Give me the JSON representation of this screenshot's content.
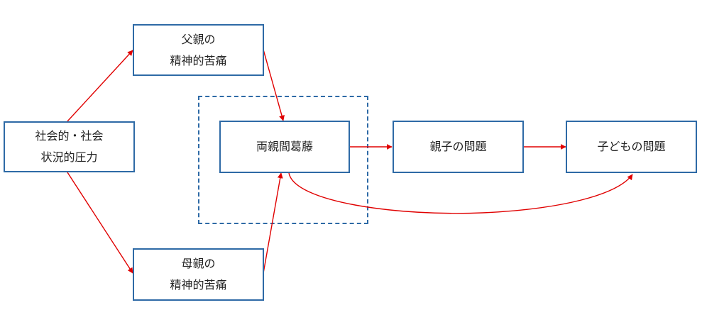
{
  "nodes": {
    "social_pressure": {
      "line1": "社会的・社会",
      "line2": "状況的圧力"
    },
    "father_distress": {
      "line1": "父親の",
      "line2": "精神的苦痛"
    },
    "mother_distress": {
      "line1": "母親の",
      "line2": "精神的苦痛"
    },
    "marital_conflict": {
      "line1": "両親間葛藤"
    },
    "parent_child_problems": {
      "line1": "親子の問題"
    },
    "child_problems": {
      "line1": "子どもの問題"
    }
  },
  "colors": {
    "box_border": "#2e6aa6",
    "arrow": "#e00000",
    "text": "#222222"
  }
}
